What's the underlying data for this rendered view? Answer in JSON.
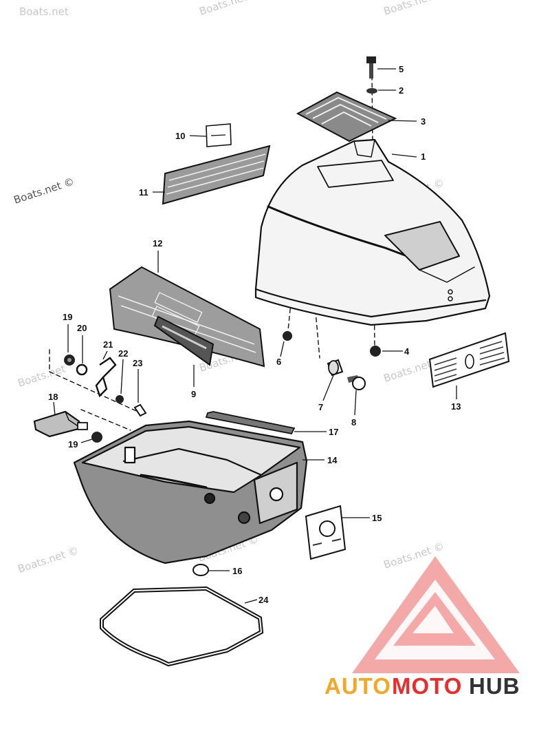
{
  "watermarks": [
    "Boats.net",
    "Boats.net",
    "Boats.net",
    "Boats.net ©",
    "Boats.net ©",
    "Boats.net",
    "Boats.net",
    "Boats.net ©",
    "Boats.net ©",
    "Boats.net ©",
    "Boats.net ©"
  ],
  "callouts": [
    "1",
    "2",
    "3",
    "4",
    "5",
    "6",
    "7",
    "8",
    "9",
    "10",
    "11",
    "12",
    "13",
    "14",
    "15",
    "16",
    "17",
    "18",
    "19",
    "19",
    "20",
    "21",
    "22",
    "23",
    "24"
  ],
  "logo": {
    "text_auto": "AUTO",
    "text_moto": "MOTO",
    "text_hub": "HUB",
    "color_red": "#ee2b2b",
    "color_orange": "#f6a623",
    "color_dark": "#333333"
  }
}
